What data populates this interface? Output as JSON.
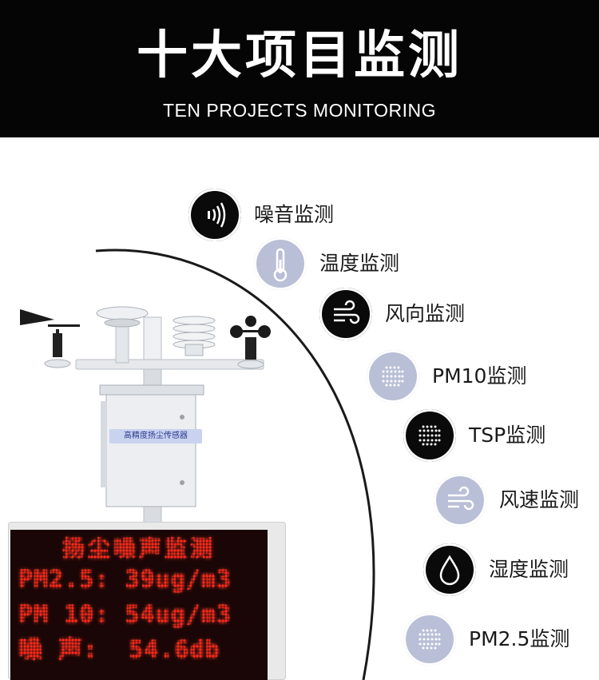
{
  "header": {
    "title": "十大项目监测",
    "subtitle": "TEN PROJECTS MONITORING"
  },
  "device": {
    "sensor_label": "高精度扬尘传感器"
  },
  "led": {
    "title": "扬尘噪声监测",
    "line_pm25": "PM2.5: 39ug/m3",
    "line_pm10": "PM 10: 54ug/m3",
    "line_noise": "噪 声:  54.6db"
  },
  "items": [
    {
      "label": "噪音监测",
      "icon": "noise-icon",
      "style": "dark"
    },
    {
      "label": "温度监测",
      "icon": "thermometer-icon",
      "style": "light"
    },
    {
      "label": "风向监测",
      "icon": "wind-icon",
      "style": "dark"
    },
    {
      "label": "PM10监测",
      "icon": "particle-grid-icon",
      "style": "light"
    },
    {
      "label": "TSP监测",
      "icon": "particle-grid-icon",
      "style": "dark"
    },
    {
      "label": "风速监测",
      "icon": "wind-icon",
      "style": "light"
    },
    {
      "label": "湿度监测",
      "icon": "water-drop-icon",
      "style": "dark"
    },
    {
      "label": "PM2.5监测",
      "icon": "particle-grid-icon",
      "style": "light"
    }
  ],
  "colors": {
    "header_bg": "#050505",
    "dark_icon": "#0a0a0a",
    "light_icon": "#b9bfd6",
    "led_red": "#ff2a1a"
  }
}
